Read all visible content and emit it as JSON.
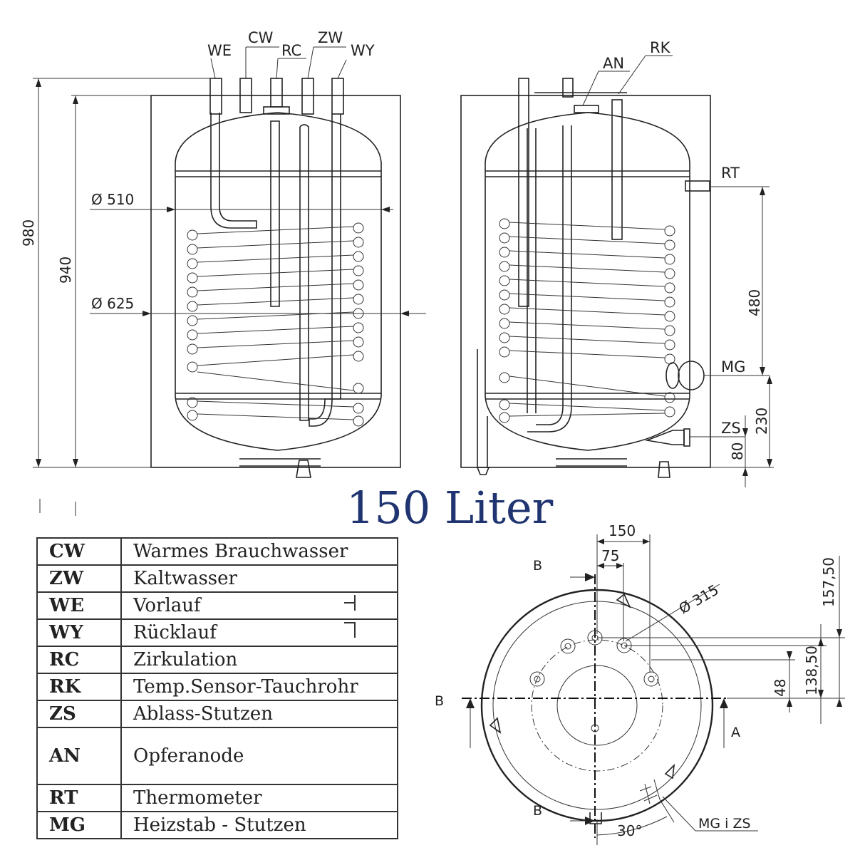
{
  "title": "150 Liter",
  "side_view_left": {
    "port_labels": [
      "WE",
      "CW",
      "RC",
      "ZW",
      "WY"
    ],
    "dimensions": {
      "overall_height": "980",
      "tank_height": "940",
      "inner_diameter": "Ø 510",
      "outer_diameter": "Ø 625"
    }
  },
  "side_view_right": {
    "port_labels": [
      "AN",
      "RK",
      "RT",
      "MG",
      "ZS"
    ],
    "dimensions": {
      "rt_to_mg": "480",
      "mg_height": "230",
      "zs_height": "80"
    }
  },
  "top_view": {
    "dimensions": {
      "width_150": "150",
      "width_75": "75",
      "diameter": "Ø 315",
      "height_157": "157,50",
      "height_138": "138,50",
      "height_48": "48",
      "angle": "30°"
    },
    "section_labels": [
      "B",
      "B",
      "B",
      "A"
    ],
    "callout": "MG i ZS"
  },
  "legend": [
    {
      "code": "CW",
      "description": "Warmes Brauchwasser",
      "mark": ""
    },
    {
      "code": "ZW",
      "description": "Kaltwasser",
      "mark": ""
    },
    {
      "code": "WE",
      "description": "Vorlauf",
      "mark": "top"
    },
    {
      "code": "WY",
      "description": "Rücklauf",
      "mark": "bot"
    },
    {
      "code": "RC",
      "description": "Zirkulation",
      "mark": ""
    },
    {
      "code": "RK",
      "description": "Temp.Sensor-Tauchrohr",
      "mark": ""
    },
    {
      "code": "ZS",
      "description": "Ablass-Stutzen",
      "mark": ""
    },
    {
      "code": "AN",
      "description": "Opferanode",
      "mark": ""
    },
    {
      "code": "RT",
      "description": "Thermometer",
      "mark": ""
    },
    {
      "code": "MG",
      "description": "Heizstab - Stutzen",
      "mark": ""
    }
  ]
}
